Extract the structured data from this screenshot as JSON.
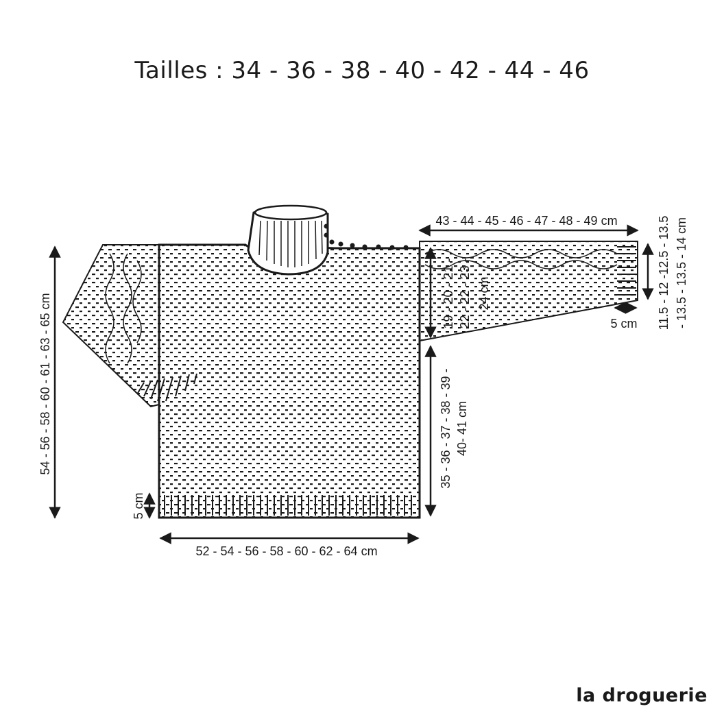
{
  "title": "Tailles : 34 - 36 - 38 - 40 - 42 - 44 - 46",
  "brand": "la droguerie",
  "measurements": {
    "body_width": "52 - 54 - 56 - 58 - 60 - 62 - 64 cm",
    "total_length": "54 - 56 - 58 - 60 - 61 - 63 - 65 cm",
    "side_length_line1": "35 - 36 - 37 - 38 - 39 -",
    "side_length_line2": "40- 41 cm",
    "ribbing_body": "5 cm",
    "sleeve_length": "43 - 44 - 45 - 46 - 47 - 48 - 49 cm",
    "armhole_line1": "19 - 20 - 21 -",
    "armhole_line2": "22 - 22 - 23 -",
    "armhole_line3": "24 cm",
    "cuff_width_line1": "11.5 - 12 -12.5 - 13.5",
    "cuff_width_line2": "- 13.5 - 13.5 - 14 cm",
    "ribbing_cuff": "5 cm"
  }
}
